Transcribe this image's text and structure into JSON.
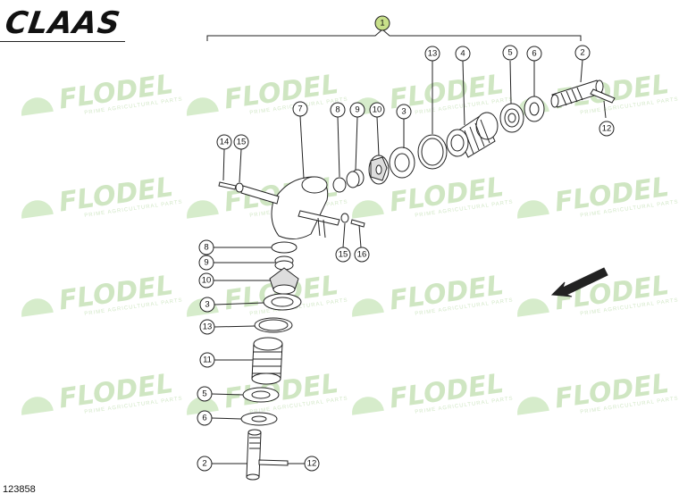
{
  "brand": {
    "logo_text": "CLAAS"
  },
  "drawing_number": "123858",
  "watermark": {
    "word": "FLODEL",
    "tagline": "PRIME AGRICULTURAL PARTS"
  },
  "assembly": {
    "label": "1"
  },
  "callouts": {
    "top_row": [
      "13",
      "4",
      "5",
      "6",
      "2"
    ],
    "top_shaft_pin": "12",
    "housing": "7",
    "upper_small": [
      "8",
      "9",
      "10",
      "3"
    ],
    "left_bolt": [
      "14",
      "15"
    ],
    "right_bolt": [
      "15",
      "16"
    ],
    "vertical_stack": [
      "8",
      "9",
      "10",
      "3",
      "13",
      "11",
      "5",
      "6",
      "2"
    ],
    "bottom_shaft_pin": "12"
  },
  "colors": {
    "accent_circle": "#c8e08a",
    "line": "#222222",
    "watermark": "#cfe6c2"
  }
}
